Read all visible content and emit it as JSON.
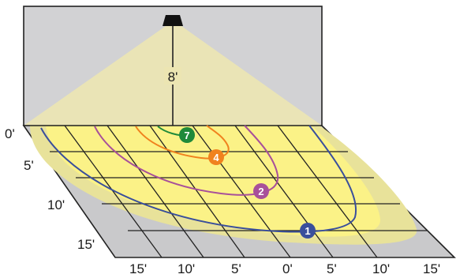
{
  "diagram": {
    "mounting_height_label": "8'",
    "depth_axis_labels": [
      "0'",
      "5'",
      "10'",
      "15'"
    ],
    "width_axis_labels": [
      "15'",
      "10'",
      "5'",
      "0'",
      "5'",
      "10'",
      "15'"
    ],
    "contour_markers": [
      {
        "label": "7",
        "color": "#1f8a3a"
      },
      {
        "label": "4",
        "color": "#f0821e"
      },
      {
        "label": "2",
        "color": "#a8509a"
      },
      {
        "label": "1",
        "color": "#3a4f9c"
      }
    ],
    "colors": {
      "wall": "#d2d2d4",
      "floor": "#c9c9cb",
      "light_cone": "#ece5b2",
      "outer_pool": "#e8e29a",
      "inner_pool": "#fbf287",
      "fixture": "#111111"
    }
  }
}
